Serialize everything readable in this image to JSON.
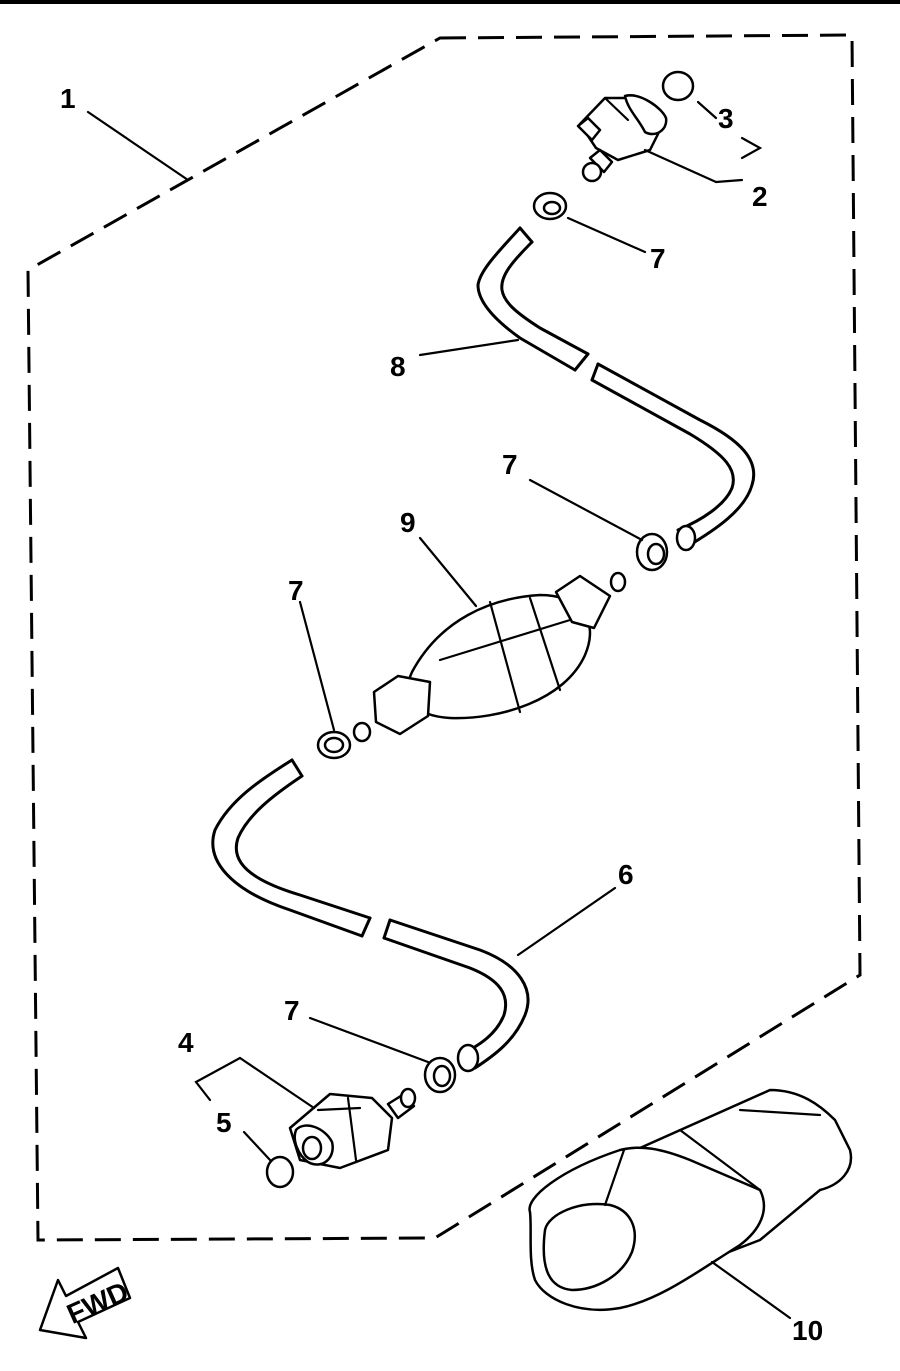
{
  "callouts": {
    "c1": "1",
    "c2": "2",
    "c3": "3",
    "c4": "4",
    "c5": "5",
    "c6": "6",
    "c7a": "7",
    "c7b": "7",
    "c7c": "7",
    "c7d": "7",
    "c8": "8",
    "c9": "9",
    "c10": "10"
  },
  "fwd_label": "FWD",
  "colors": {
    "ink": "#000000",
    "paper": "#ffffff"
  }
}
